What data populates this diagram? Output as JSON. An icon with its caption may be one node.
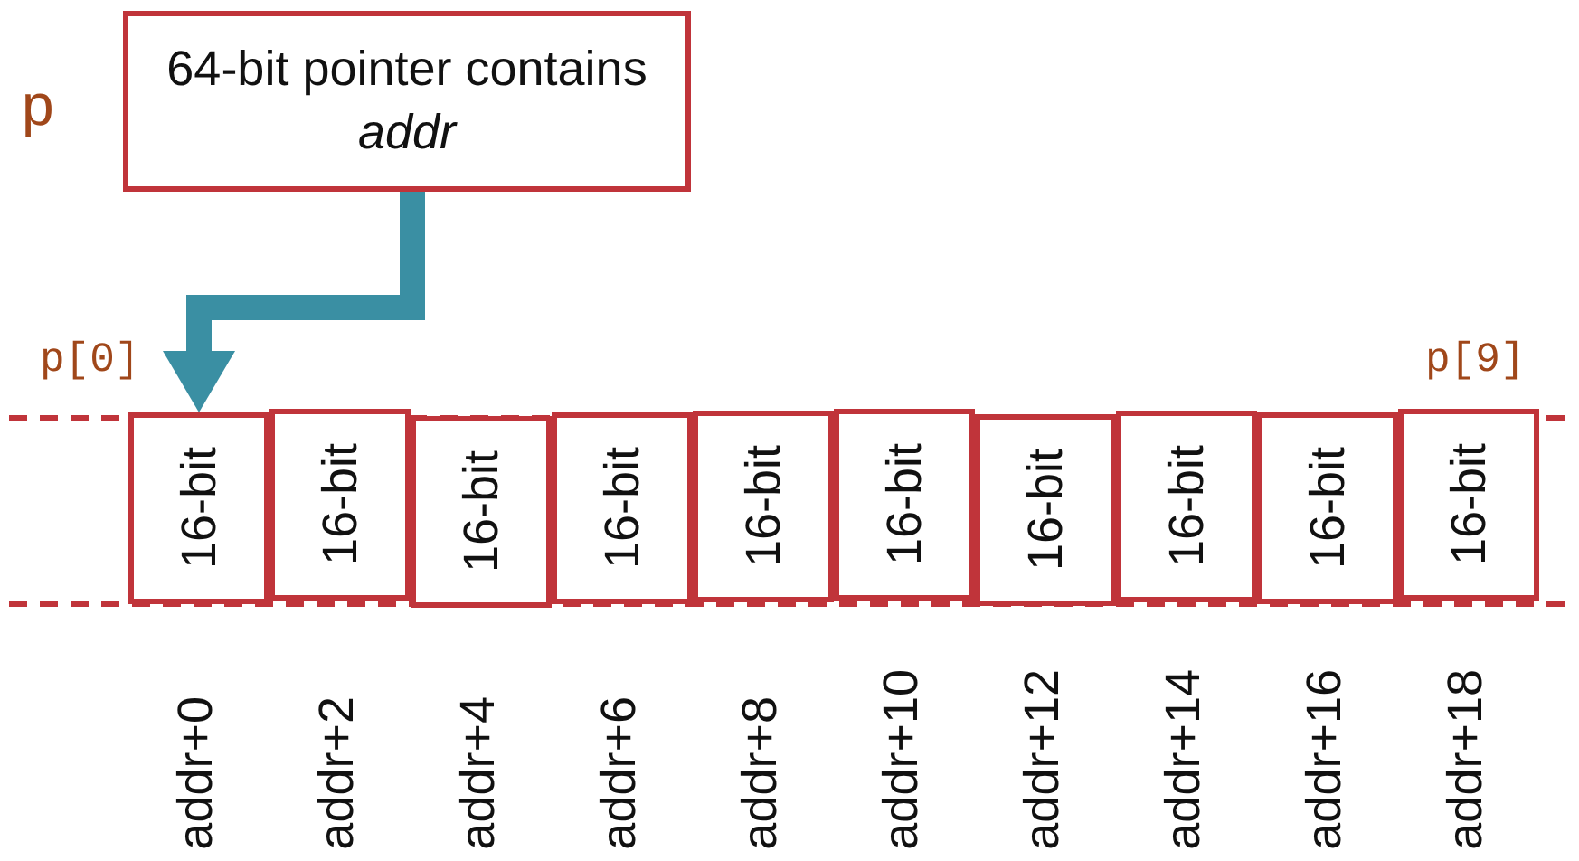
{
  "diagram": {
    "nodes": [
      {
        "text": [
          "64-bit pointer contains *addr*"
        ],
        "beside": [
          "p"
        ]
      },
      {
        "text": [
          "16-bit"
        ]
      },
      {
        "text": [
          "16-bit"
        ]
      },
      {
        "text": [
          "16-bit"
        ]
      },
      {
        "text": [
          "16-bit"
        ]
      },
      {
        "text": [
          "16-bit"
        ]
      },
      {
        "text": [
          "16-bit"
        ]
      },
      {
        "text": [
          "16-bit"
        ]
      },
      {
        "text": [
          "16-bit"
        ]
      },
      {
        "text": [
          "16-bit"
        ]
      },
      {
        "text": [
          "16-bit"
        ]
      }
    ],
    "edges": [
      {
        "from": 0,
        "to": 1,
        "arrow": "to"
      }
    ],
    "labels": [
      "p[0]",
      "p[9]",
      "addr+0",
      "addr+2",
      "addr+4",
      "addr+6",
      "addr+8",
      "addr+10",
      "addr+12",
      "addr+14",
      "addr+16",
      "addr+18"
    ]
  }
}
